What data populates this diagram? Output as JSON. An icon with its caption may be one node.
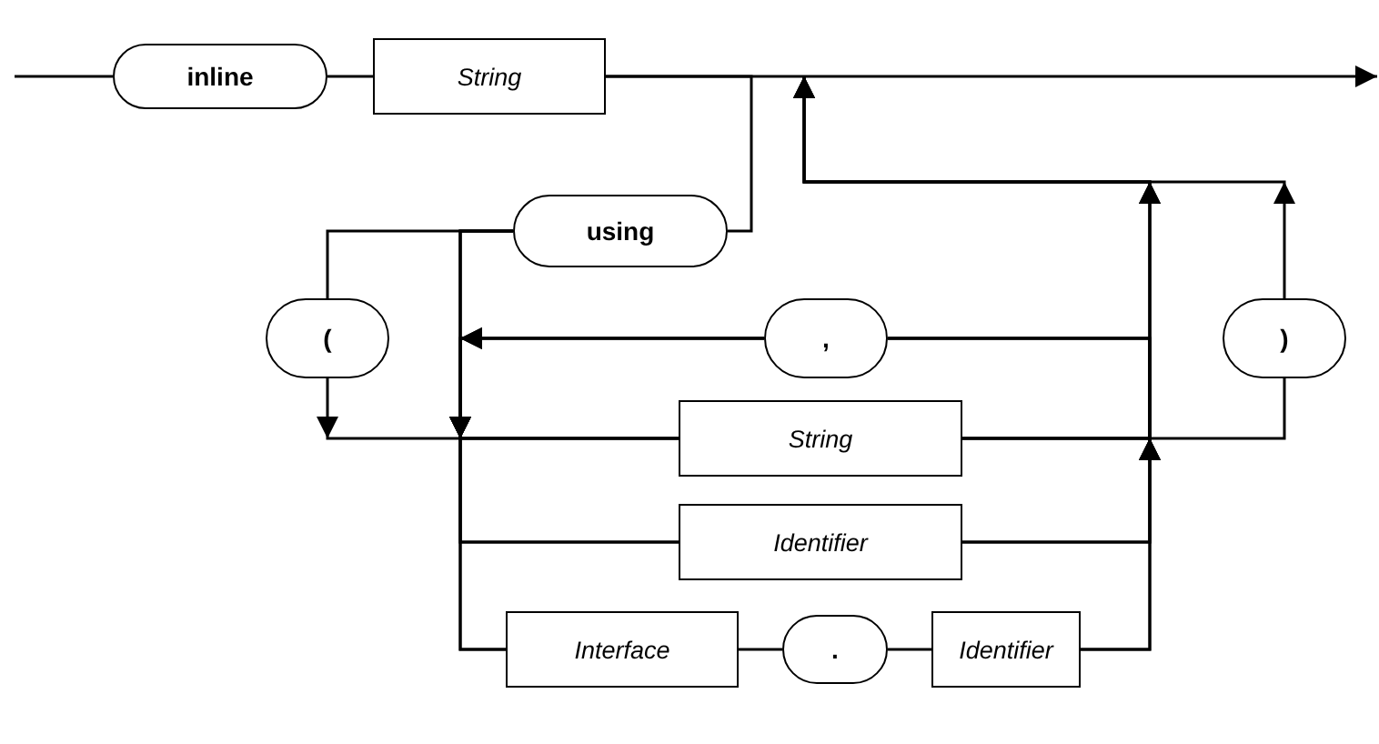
{
  "diagram": {
    "nodes": [
      {
        "text": [
          "inline"
        ]
      },
      {
        "text": [
          "String"
        ]
      },
      {
        "text": [
          "using"
        ]
      },
      {
        "text": [
          "("
        ]
      },
      {
        "text": [
          ","
        ]
      },
      {
        "text": [
          ")"
        ]
      },
      {
        "text": [
          "String"
        ]
      },
      {
        "text": [
          "Identifier"
        ]
      },
      {
        "text": [
          "Interface"
        ]
      },
      {
        "text": [
          "."
        ]
      },
      {
        "text": [
          "Identifier"
        ]
      }
    ],
    "edges": [
      {
        "from": null,
        "to": 0,
        "arrow": "none"
      },
      {
        "from": 0,
        "to": 1,
        "arrow": "none"
      },
      {
        "from": 1,
        "to": null,
        "arrow": "to"
      },
      {
        "from": 1,
        "to": 2,
        "arrow": "none"
      },
      {
        "from": 2,
        "to": 3,
        "arrow": "none"
      },
      {
        "from": 2,
        "to": 6,
        "arrow": "to"
      },
      {
        "from": 2,
        "to": 7,
        "arrow": "to"
      },
      {
        "from": 2,
        "to": 8,
        "arrow": "to"
      },
      {
        "from": 3,
        "to": 6,
        "arrow": "to"
      },
      {
        "from": 4,
        "to": 6,
        "arrow": "to"
      },
      {
        "from": 4,
        "to": 7,
        "arrow": "to"
      },
      {
        "from": 4,
        "to": 8,
        "arrow": "to"
      },
      {
        "from": 6,
        "to": 5,
        "arrow": "none"
      },
      {
        "from": 6,
        "to": 4,
        "arrow": "none"
      },
      {
        "from": 7,
        "to": 4,
        "arrow": "to"
      },
      {
        "from": 10,
        "to": 4,
        "arrow": "to"
      },
      {
        "from": 6,
        "to": null,
        "arrow": "to"
      },
      {
        "from": 7,
        "to": null,
        "arrow": "to"
      },
      {
        "from": 10,
        "to": null,
        "arrow": "to"
      },
      {
        "from": 5,
        "to": null,
        "arrow": "to"
      },
      {
        "from": 8,
        "to": 9,
        "arrow": "none"
      },
      {
        "from": 9,
        "to": 10,
        "arrow": "none"
      }
    ]
  }
}
